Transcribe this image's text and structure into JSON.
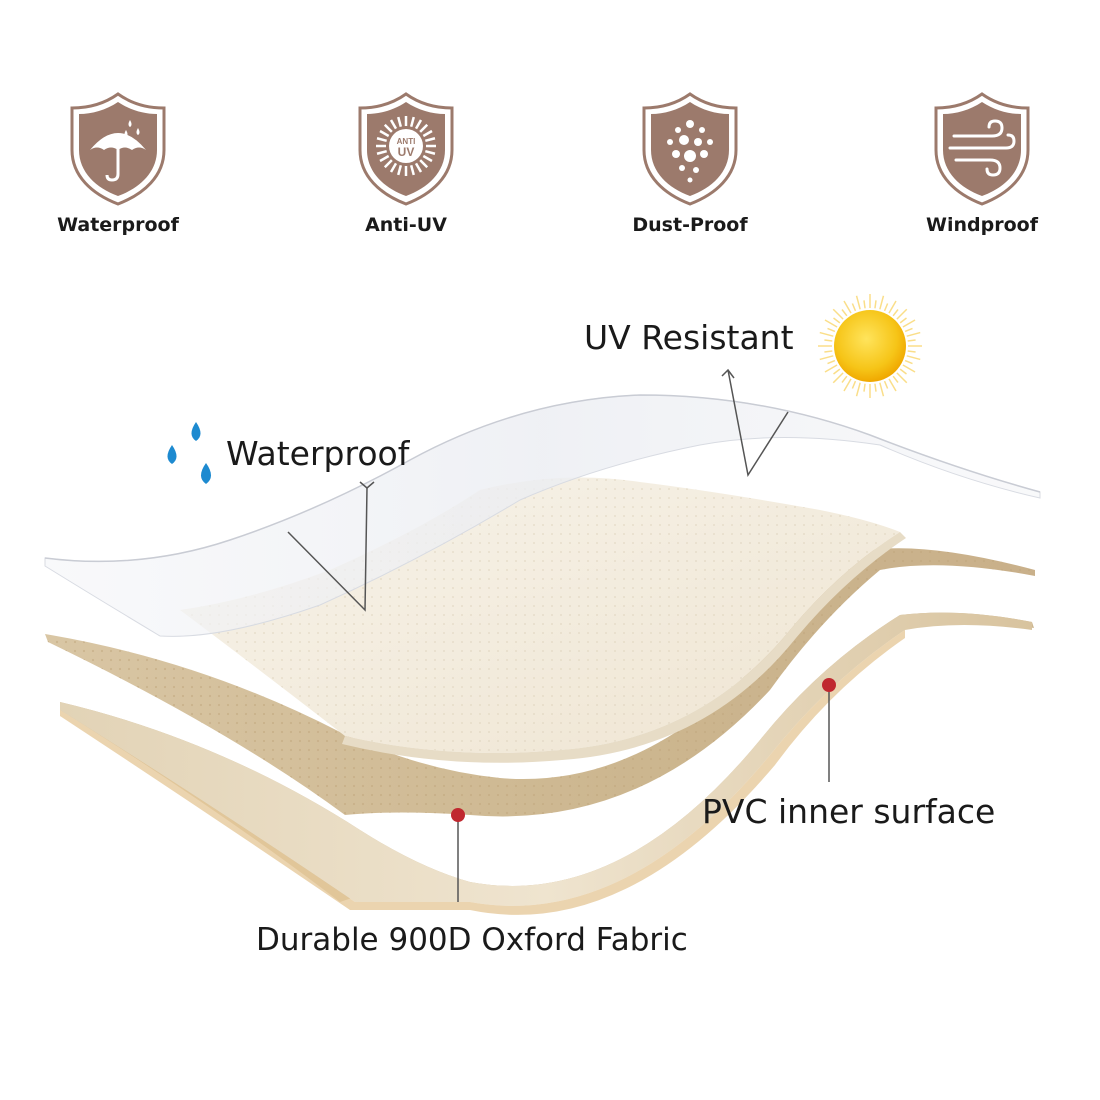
{
  "features": [
    {
      "label": "Waterproof",
      "icon": "umbrella-rain-icon"
    },
    {
      "label": "Anti-UV",
      "icon": "anti-uv-sun-icon",
      "icon_text_line1": "ANTI",
      "icon_text_line2": "UV"
    },
    {
      "label": "Dust-Proof",
      "icon": "dust-particles-icon"
    },
    {
      "label": "Windproof",
      "icon": "wind-icon"
    }
  ],
  "callouts": {
    "uv": "UV Resistant",
    "waterproof": "Waterproof",
    "pvc": "PVC inner surface",
    "oxford": "Durable 900D Oxford Fabric"
  },
  "colors": {
    "badge_fill": "#9c7a6c",
    "badge_border": "#9c7a6c",
    "fabric_beige": "#d3c09f",
    "fabric_cream": "#f4efe4",
    "marker_red": "#c0282f",
    "sun_yellow": "#f6c518",
    "drop_blue": "#1d8ad0"
  }
}
